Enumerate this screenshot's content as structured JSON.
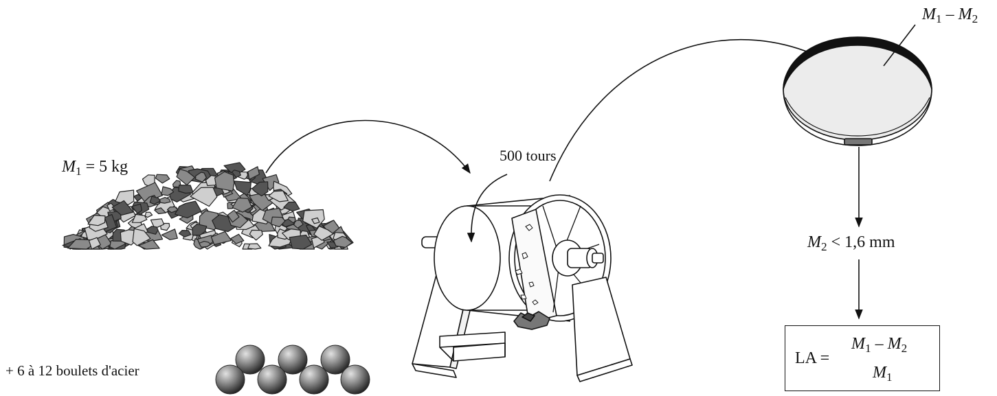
{
  "labels": {
    "m1_symbol": "M",
    "m1_sub": "1",
    "m1_rest": " = 5 kg",
    "steel_balls": "+ 6 à 12 boulets d'acier",
    "rotations": "500 tours",
    "sieve_m1": "M",
    "sieve_m1_sub": "1",
    "sieve_minus": " – ",
    "sieve_m2": "M",
    "sieve_m2_sub": "2",
    "passing_m2": "M",
    "passing_m2_sub": "2",
    "passing_rest": " < 1,6 mm"
  },
  "formula": {
    "lhs": "LA =",
    "num_m1": "M",
    "num_m1_sub": "1",
    "num_minus": " – ",
    "num_m2": "M",
    "num_m2_sub": "2",
    "den_m": "M",
    "den_sub": "1"
  },
  "colors": {
    "ink": "#111111",
    "stone_dark": "#555555",
    "stone_mid": "#8a8a8a",
    "stone_light": "#cfcfcf",
    "sieve_fill": "#ececec",
    "ball_dark": "#2a2a2a",
    "ball_light": "#d8d8d8"
  }
}
